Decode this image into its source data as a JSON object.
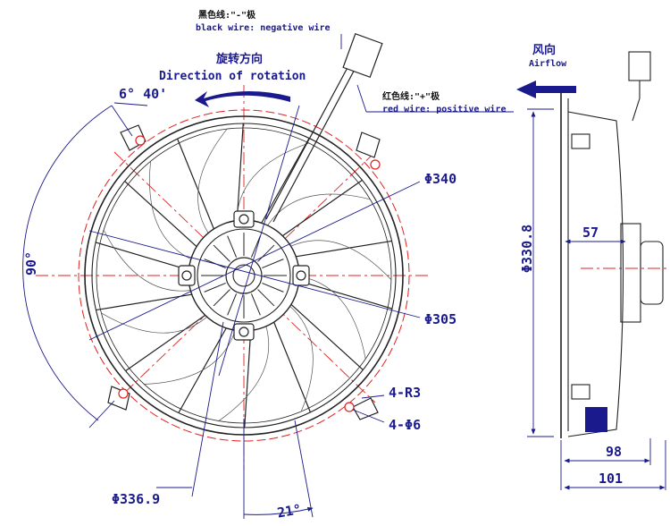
{
  "labels": {
    "black_wire_cn": "黑色线:\"-\"极",
    "black_wire_en": "black wire: negative wire",
    "red_wire_cn": "红色线:\"+\"极",
    "red_wire_en": "red wire: positive wire",
    "rotation_cn": "旋转方向",
    "rotation_en": "Direction of rotation",
    "airflow_cn": "风向",
    "airflow_en": "Airflow",
    "angle_top": "6° 40'",
    "angle_left": "90°",
    "angle_bottom": "21°",
    "dia_340": "Φ340",
    "dia_305": "Φ305",
    "dia_3369": "Φ336.9",
    "radius_r3": "4-R3",
    "hole_d6": "4-Φ6",
    "side_height": "Φ330.8",
    "depth_57": "57",
    "depth_98": "98",
    "depth_101": "101"
  },
  "colors": {
    "dimension": "#1a1a8c",
    "centerline": "#e02020",
    "outline": "#222222"
  },
  "icons": {
    "rotation_arrow": "arrow-left-curved-icon",
    "airflow_arrow": "arrow-left-icon"
  }
}
